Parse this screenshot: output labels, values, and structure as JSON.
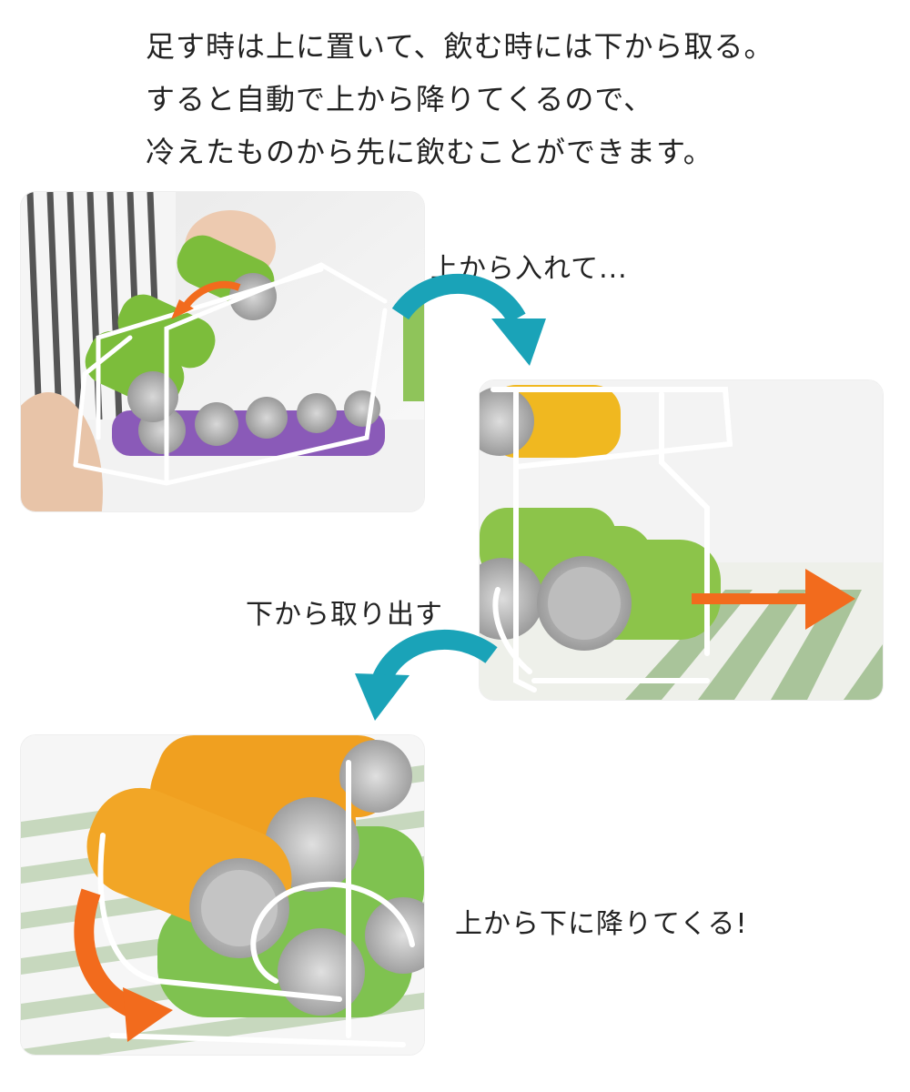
{
  "intro": {
    "lines": [
      "足す時は上に置いて、飲む時には下から取る。",
      "すると自動で上から降りてくるので、",
      "冷えたものから先に飲むことができます。"
    ]
  },
  "steps": [
    {
      "caption": "上から入れて..."
    },
    {
      "caption": "下から取り出す"
    },
    {
      "caption": "上から下に降りてくる!"
    }
  ],
  "colors": {
    "teal_arrow": "#1aa3b8",
    "orange_arrow": "#f26b1d",
    "rack_white": "#f4f4f4",
    "can_green": "#7cbd3b",
    "can_purple": "#8a5ab8",
    "can_orange": "#f0a020",
    "stripe_green": "#a9c49a"
  },
  "icons": {
    "flow_arrows": "curved-arrow",
    "out_arrow": "arrow-right"
  }
}
